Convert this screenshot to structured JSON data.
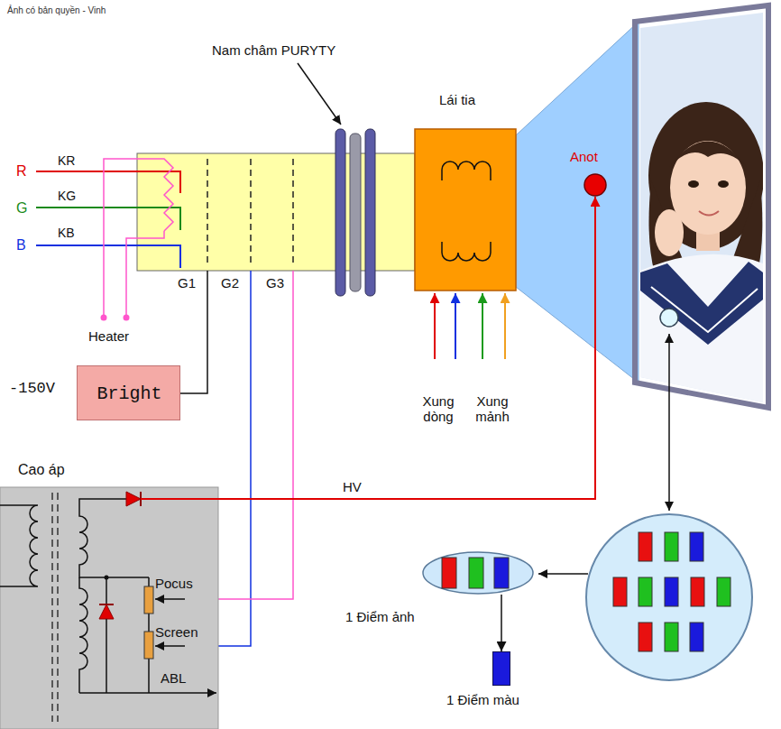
{
  "diagram": {
    "nodes": [
      {
        "text": [
          "Lái tia"
        ]
      },
      {
        "text": [
          "Anot"
        ]
      },
      {
        "text": [
          "Bright"
        ]
      },
      {
        "text": [
          "Cao áp",
          "Pocus",
          "Screen",
          "ABL"
        ]
      },
      {
        "text": [
          "1 Điểm ảnh"
        ]
      },
      {
        "text": [
          "1 Điểm màu"
        ]
      }
    ],
    "edges": [
      {
        "from": 3,
        "to": 1,
        "label": "HV",
        "arrow": "to"
      },
      {
        "from": 4,
        "to": 5,
        "arrow": "to"
      }
    ],
    "labels": [
      "Ảnh có bản quyền - Vinh",
      "Nam châm PURYTY",
      "R",
      "KR",
      "G",
      "KG",
      "B",
      "KB",
      "Heater",
      "G1",
      "G2",
      "G3",
      "-150V",
      "Xung dòng",
      "Xung mảnh"
    ]
  }
}
